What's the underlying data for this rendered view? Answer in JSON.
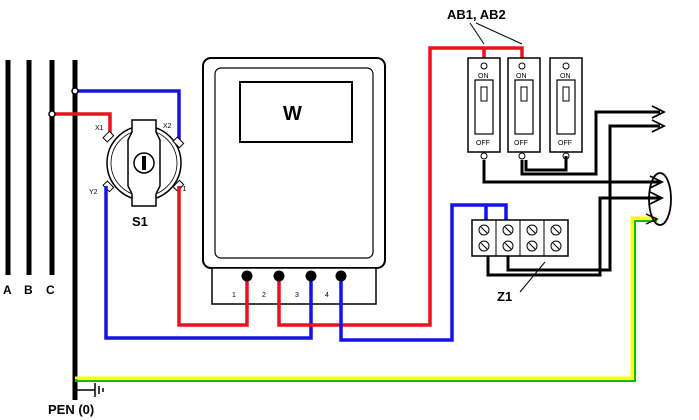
{
  "busbars": {
    "a": "A",
    "b": "B",
    "c": "C"
  },
  "pen_label": "PEN (0)",
  "switch": {
    "label": "S1",
    "terminals": {
      "x1": "X1",
      "x2": "X2",
      "y1": "Y1",
      "y2": "Y2"
    }
  },
  "meter": {
    "display": "W",
    "terminals": [
      "1",
      "2",
      "3",
      "4"
    ]
  },
  "breakers": {
    "label": "AB1, AB2",
    "items": [
      {
        "on": "ON",
        "off": "OFF"
      },
      {
        "on": "ON",
        "off": "OFF"
      },
      {
        "on": "ON",
        "off": "OFF"
      }
    ]
  },
  "terminal_block": {
    "label": "Z1"
  },
  "colors": {
    "phase": "#e8141c",
    "neutral": "#1414e8",
    "ground_yellow": "#ffff00",
    "ground_green": "#00c000",
    "wire": "#000000"
  }
}
